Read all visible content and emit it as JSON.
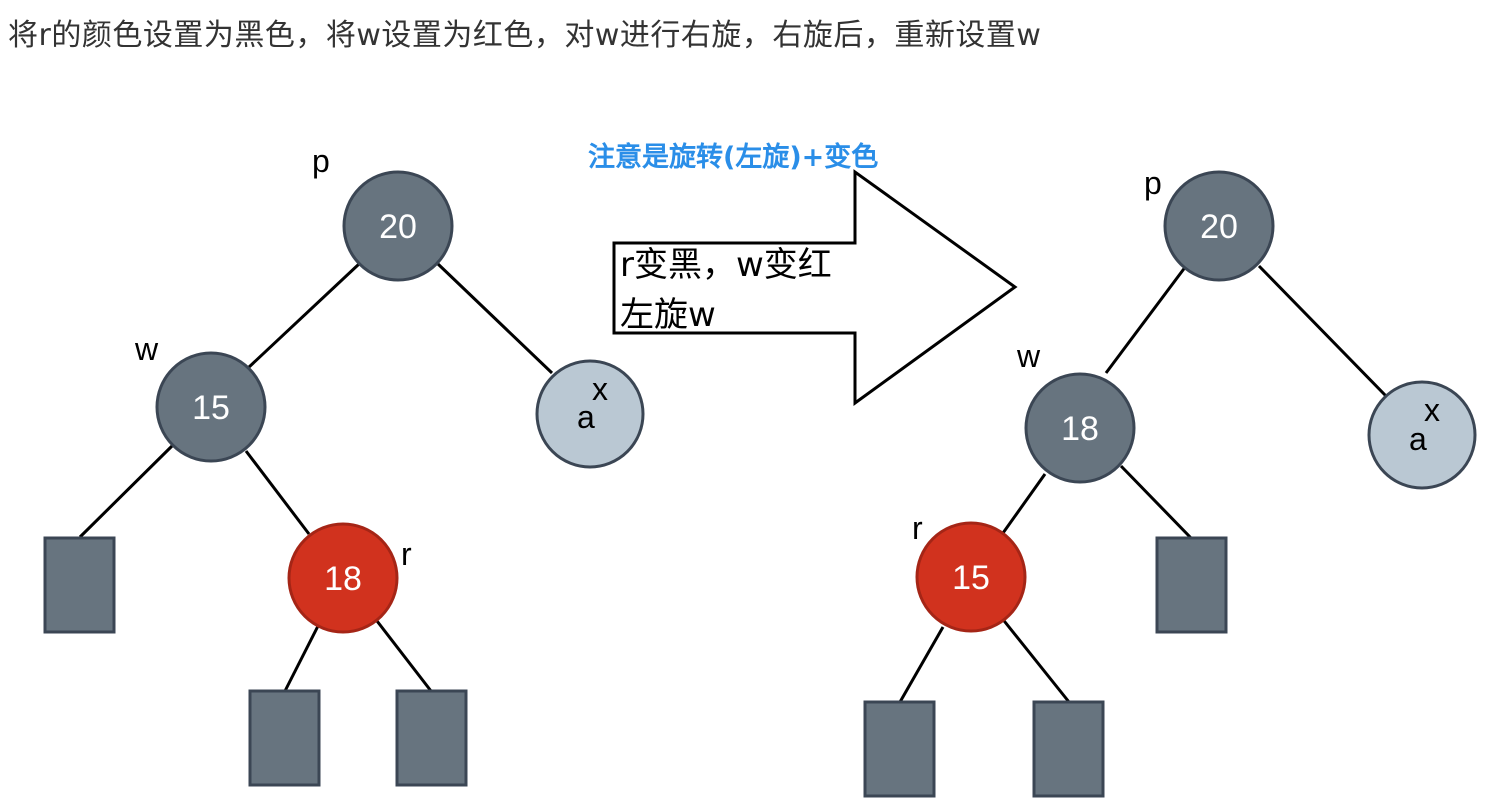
{
  "caption": "将r的颜色设置为黑色，将w设置为红色，对w进行右旋，右旋后，重新设置w",
  "note": "注意是旋转(左旋)+变色",
  "arrow": {
    "line1": "r变黑，w变红",
    "line2": "左旋w"
  },
  "colors": {
    "black_node": "#67747f",
    "red_node": "#d1321e",
    "light_node": "#bac8d3",
    "note_blue": "#2a8ee8"
  },
  "before": {
    "nodes": {
      "p": {
        "value": "20",
        "pointer": "p",
        "color": "black"
      },
      "w": {
        "value": "15",
        "pointer": "w",
        "color": "black"
      },
      "r": {
        "value": "18",
        "pointer": "r",
        "color": "red"
      },
      "x": {
        "value": "a",
        "pointer": "x",
        "color": "light"
      }
    }
  },
  "after": {
    "nodes": {
      "p": {
        "value": "20",
        "pointer": "p",
        "color": "black"
      },
      "w": {
        "value": "18",
        "pointer": "w",
        "color": "black"
      },
      "r": {
        "value": "15",
        "pointer": "r",
        "color": "red"
      },
      "x": {
        "value": "a",
        "pointer": "x",
        "color": "light"
      }
    }
  }
}
